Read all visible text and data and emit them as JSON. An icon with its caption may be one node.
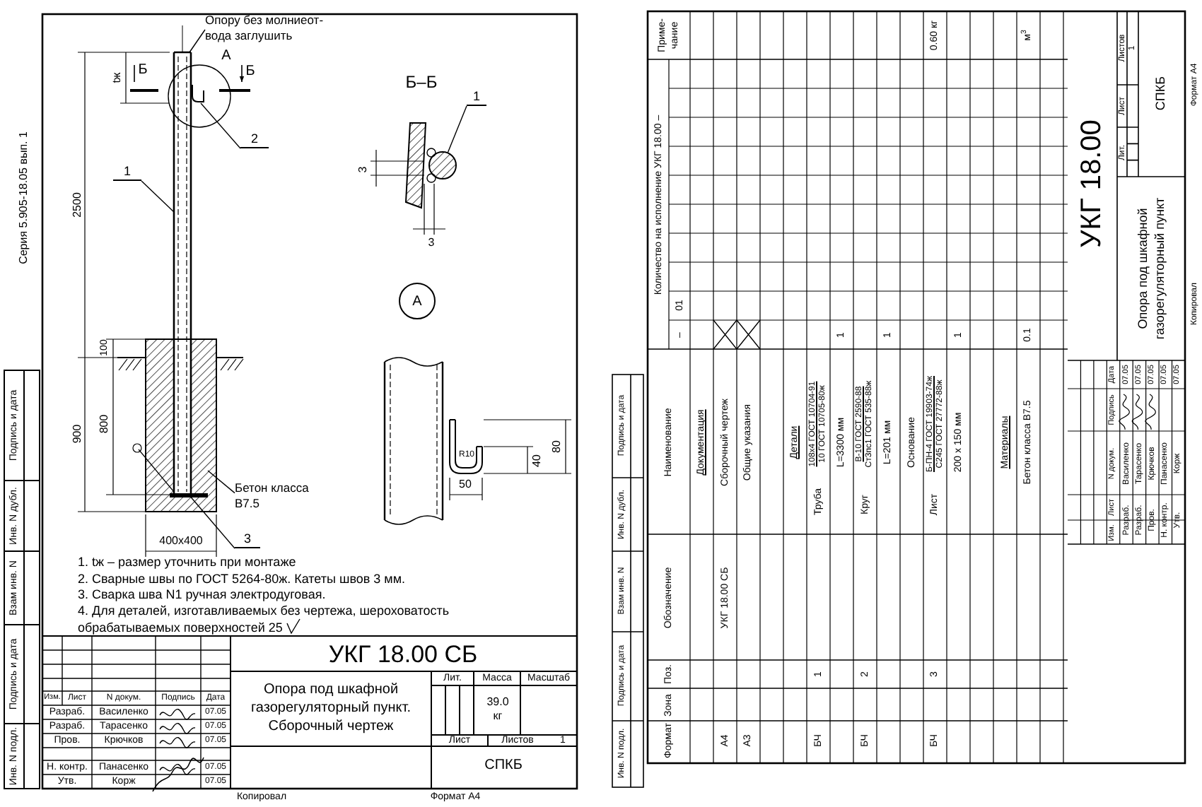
{
  "diagram": {
    "nodes": [
      {
        "text": [
          "Опору без молниеот- вода заглушить"
        ]
      },
      {
        "text": [
          "1"
        ]
      },
      {
        "text": [
          "2"
        ]
      },
      {
        "text": [
          "1"
        ]
      },
      {
        "text": [
          "А"
        ]
      },
      {
        "text": [
          "Бетон класса B7.5"
        ]
      },
      {
        "text": [
          "3"
        ]
      },
      {
        "text": [],
        "shape": "circle"
      },
      {
        "text": [],
        "shape": "bar"
      }
    ],
    "edges": [
      {
        "from": 0,
        "to": null,
        "arrow": "none"
      },
      {
        "from": 1,
        "to": 7,
        "arrow": "none"
      },
      {
        "from": 2,
        "to": null,
        "arrow": "none"
      },
      {
        "from": 3,
        "to": null,
        "arrow": "none"
      },
      {
        "from": 5,
        "to": null,
        "arrow": "none"
      },
      {
        "from": 6,
        "to": 8,
        "arrow": "none"
      }
    ],
    "labels": [
      "Серия 5.905-18.05 вып. 1",
      "Подпись и дата",
      "Инв. N дубл.",
      "Взам инв. N",
      "Подпись и дата",
      "Инв. N подл.",
      "tж",
      "2500",
      "Б",
      "Б",
      "А",
      "Б–Б",
      "3",
      "3",
      "100",
      "900",
      "800",
      "R10",
      "80",
      "40",
      "50",
      "400x400",
      "1. tж – размер уточнить при монтаже",
      "2. Сварные швы по ГОСТ 5264-80ж. Катеты швов 3 мм.",
      "3. Сварка шва N1 ручная электродуговая.",
      "4. Для деталей, изготавливаемых без чертежа, шероховатость обрабатываемых поверхностей 25",
      "УКГ 18.00 СБ",
      "Опора под шкафной газорегуляторный пункт. Сборочный чертеж",
      "Лит.",
      "Масса",
      "Масштаб",
      "39.0 кг",
      "Изм.",
      "Лист",
      "N докум.",
      "Подпись",
      "Дата",
      "Разраб.",
      "Василенко",
      "07.05",
      "Разраб.",
      "Тарасенко",
      "07.05",
      "Пров.",
      "Крючков",
      "07.05",
      "Лист",
      "Листов",
      "1",
      "Н. контр.",
      "Панасенко",
      "07.05",
      "СПКБ",
      "Утв.",
      "Корж",
      "07.05",
      "Копировал",
      "Формат А4",
      "Подпись и дата",
      "Инв. N дубл.",
      "Взам инв. N",
      "Подпись и дата",
      "Инв. N подл.",
      "Формат",
      "Зона",
      "Поз.",
      "Обозначение",
      "Наименование",
      "Количество на исполнение УКГ 18.00 –",
      "–",
      "01",
      "Приме-чание",
      "Документация",
      "А4",
      "УКГ 18.00 СБ",
      "Сборочный чертеж",
      "А3",
      "Общие указания",
      "Детали",
      "БЧ",
      "1",
      "Труба",
      "108x4 ГОСТ 10704-91",
      "10 ГОСТ 10705-80ж",
      "L=3300 мм",
      "1",
      "БЧ",
      "2",
      "Круг",
      "В-10 ГОСТ 2590-88",
      "Ст3пс1 ГОСТ 535-88ж",
      "L=201 мм",
      "1",
      "Основание",
      "БЧ",
      "3",
      "Лист",
      "Б-ПН-4 ГОСТ 19903-74ж",
      "С245 ГОСТ 27772-88ж",
      "0.60 кг",
      "200 x 150 мм",
      "1",
      "Материалы",
      "Бетон класса B7.5",
      "0.1",
      "м$^{3}$",
      "УКГ 18.00",
      "Опора под шкафной газорегуляторный пункт",
      "Лит.",
      "Лист",
      "Листов",
      "1",
      "СПКБ",
      "Изм.",
      "Лист",
      "N докум.",
      "Подпись",
      "Дата",
      "Разраб.",
      "Василенко",
      "07.05",
      "Разраб.",
      "Тарасенко",
      "07.05",
      "Пров.",
      "Крючков",
      "07.05",
      "Н. контр.",
      "Панасенко",
      "07.05",
      "Утв.",
      "Корж",
      "07.05",
      "Копировал",
      "Формат А4"
    ]
  }
}
